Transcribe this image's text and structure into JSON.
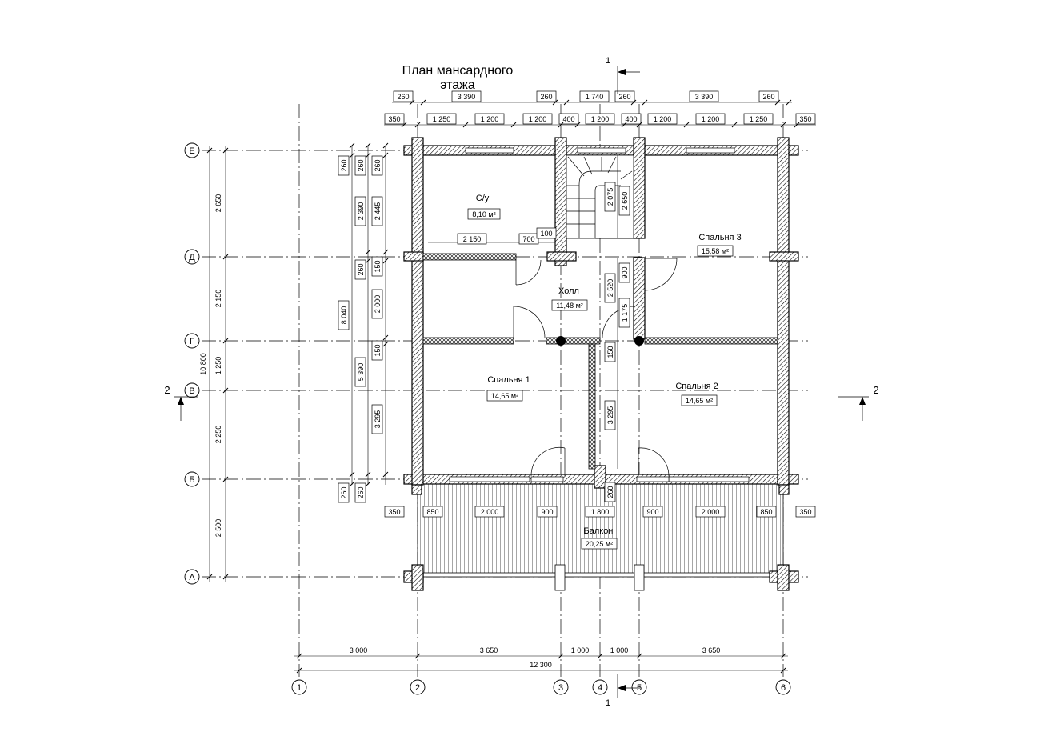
{
  "title_line1": "План мансардного",
  "title_line2": "этажа",
  "rooms": [
    {
      "key": "su",
      "name": "С/у",
      "area": "8,10 м²"
    },
    {
      "key": "hall",
      "name": "Холл",
      "area": "11,48 м²"
    },
    {
      "key": "b3",
      "name": "Спальня 3",
      "area": "15,58 м²"
    },
    {
      "key": "b1",
      "name": "Спальня 1",
      "area": "14,65 м²"
    },
    {
      "key": "b2",
      "name": "Спальня 2",
      "area": "14,65 м²"
    },
    {
      "key": "balcony",
      "name": "Балкон",
      "area": "20,25 м²"
    }
  ],
  "axes_letters": [
    "Е",
    "Д",
    "Г",
    "В",
    "Б",
    "А"
  ],
  "axes_numbers": [
    "1",
    "2",
    "3",
    "4",
    "5",
    "6"
  ],
  "section_marks": {
    "s1": "1",
    "s2": "2"
  },
  "dims": {
    "top1": [
      "260",
      "3 390",
      "260",
      "1 740",
      "260",
      "3 390",
      "260"
    ],
    "top2": [
      "350",
      "1 250",
      "1 200",
      "1 200",
      "400",
      "1 200",
      "400",
      "1 200",
      "1 200",
      "1 250",
      "350"
    ],
    "bottom1": [
      "3 000",
      "3 650",
      "1 000",
      "1 000",
      "3 650"
    ],
    "bottom_total": "12 300",
    "left_outer": [
      "2 650",
      "2 150",
      "1 250",
      "2 250",
      "2 500"
    ],
    "left_total": "10 800",
    "left_col1": [
      "260",
      "8 040",
      "260"
    ],
    "left_col2": [
      "260",
      "2 390",
      "260",
      "5 390",
      "260"
    ],
    "left_col3": [
      "260",
      "2 445",
      "150",
      "2 000",
      "150",
      "3 295"
    ],
    "inner": [
      "2 150",
      "700",
      "100",
      "2 075",
      "2 650",
      "900",
      "2 520",
      "1 175",
      "150",
      "3 295",
      "260"
    ],
    "balcony_row": [
      "350",
      "850",
      "2 000",
      "900",
      "1 800",
      "900",
      "2 000",
      "850",
      "350"
    ]
  }
}
